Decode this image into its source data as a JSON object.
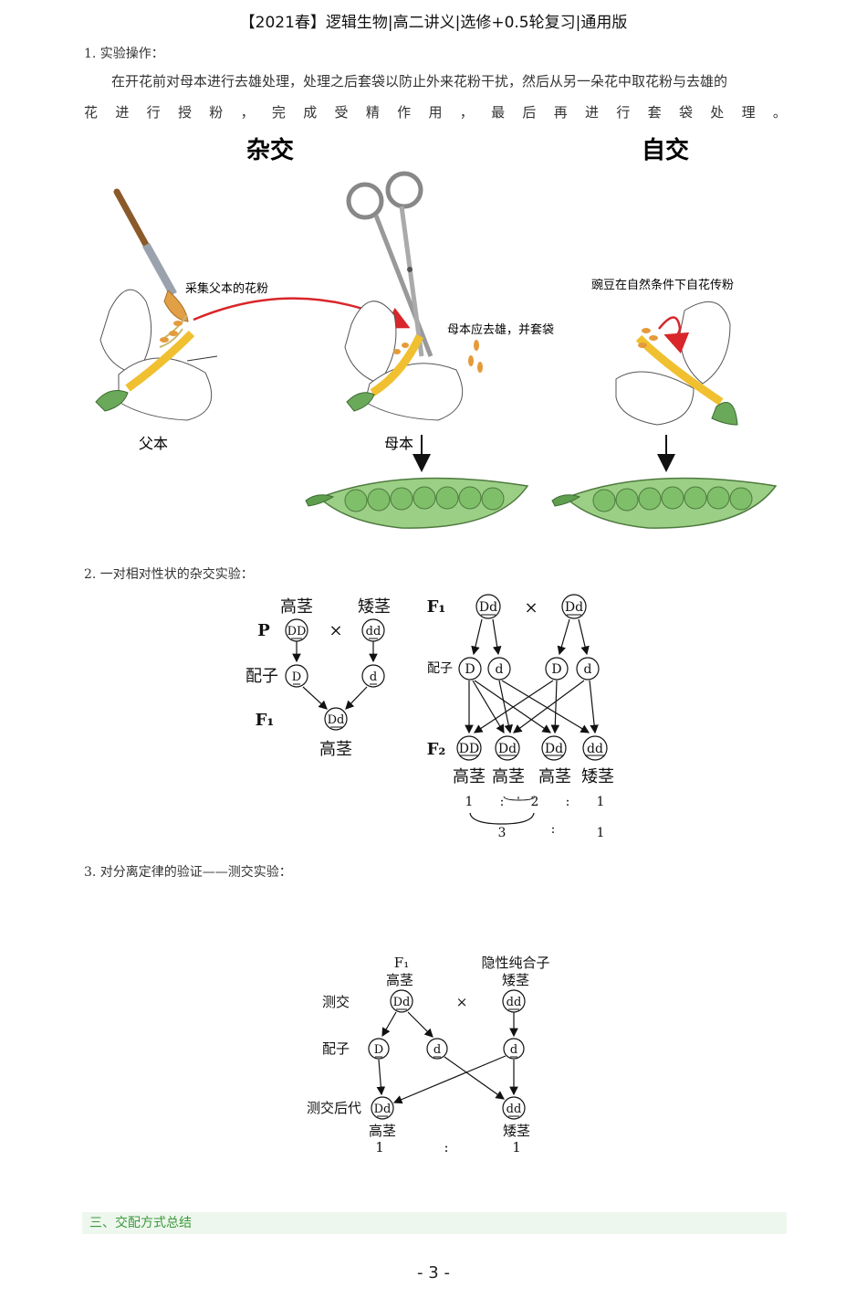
{
  "header": {
    "title": "【2021春】逻辑生物|高二讲义|选修+0.5轮复习|通用版"
  },
  "section1": {
    "heading": "1. 实验操作：",
    "line1": "在开花前对母本进行去雄处理，处理之后套袋以防止外来花粉干扰，然后从另一朵花中取花粉与去雄的",
    "line2_chars": [
      "花",
      "进",
      "行",
      "授",
      "粉",
      "，",
      "完",
      "成",
      "受",
      "精",
      "作",
      "用",
      "，",
      "最",
      "后",
      "再",
      "进",
      "行",
      "套",
      "袋",
      "处",
      "理",
      "。"
    ]
  },
  "figure1": {
    "title_cross": "杂交",
    "title_self": "自交",
    "label_collect": "采集父本的花粉",
    "label_emasculate": "母本应去雄，并套袋",
    "label_selfpoll": "豌豆在自然条件下自花传粉",
    "label_father": "父本",
    "label_mother": "母本",
    "colors": {
      "arrow_red": "#d8262a",
      "pod_green": "#7fbf6a",
      "petal": "#ffffff",
      "stamen": "#e0a030"
    }
  },
  "section2": {
    "heading": "2. 一对相对性状的杂交实验：",
    "left": {
      "tall": "高茎",
      "short": "矮茎",
      "P": "P",
      "cross": "×",
      "DD": "DD",
      "dd": "dd",
      "gamete_label": "配子",
      "D": "D",
      "d": "d",
      "F1": "F₁",
      "Dd": "Dd",
      "F1_pheno": "高茎"
    },
    "right": {
      "F1": "F₁",
      "Dd": "Dd",
      "cross": "×",
      "gamete_label": "配子",
      "D": "D",
      "d": "d",
      "F2": "F₂",
      "offspring": [
        "DD",
        "Dd",
        "Dd",
        "dd"
      ],
      "phenos": [
        "高茎",
        "高茎",
        "高茎",
        "矮茎"
      ],
      "ratio_top": [
        "1",
        ":",
        "2",
        ":",
        "1"
      ],
      "ratio_bottom": [
        "3",
        ":",
        "1"
      ]
    }
  },
  "section3": {
    "heading": "3. 对分离定律的验证——测交实验：",
    "F1": "F₁",
    "tall": "高茎",
    "recessive": "隐性纯合子",
    "short": "矮茎",
    "testcross_label": "测交",
    "Dd": "Dd",
    "cross": "×",
    "dd": "dd",
    "gamete_label": "配子",
    "D": "D",
    "d": "d",
    "offspring_label": "测交后代",
    "ratio": [
      "1",
      ":",
      "1"
    ]
  },
  "section4": {
    "heading": "三、交配方式总结"
  },
  "footer": {
    "page_number": "- 3 -"
  }
}
